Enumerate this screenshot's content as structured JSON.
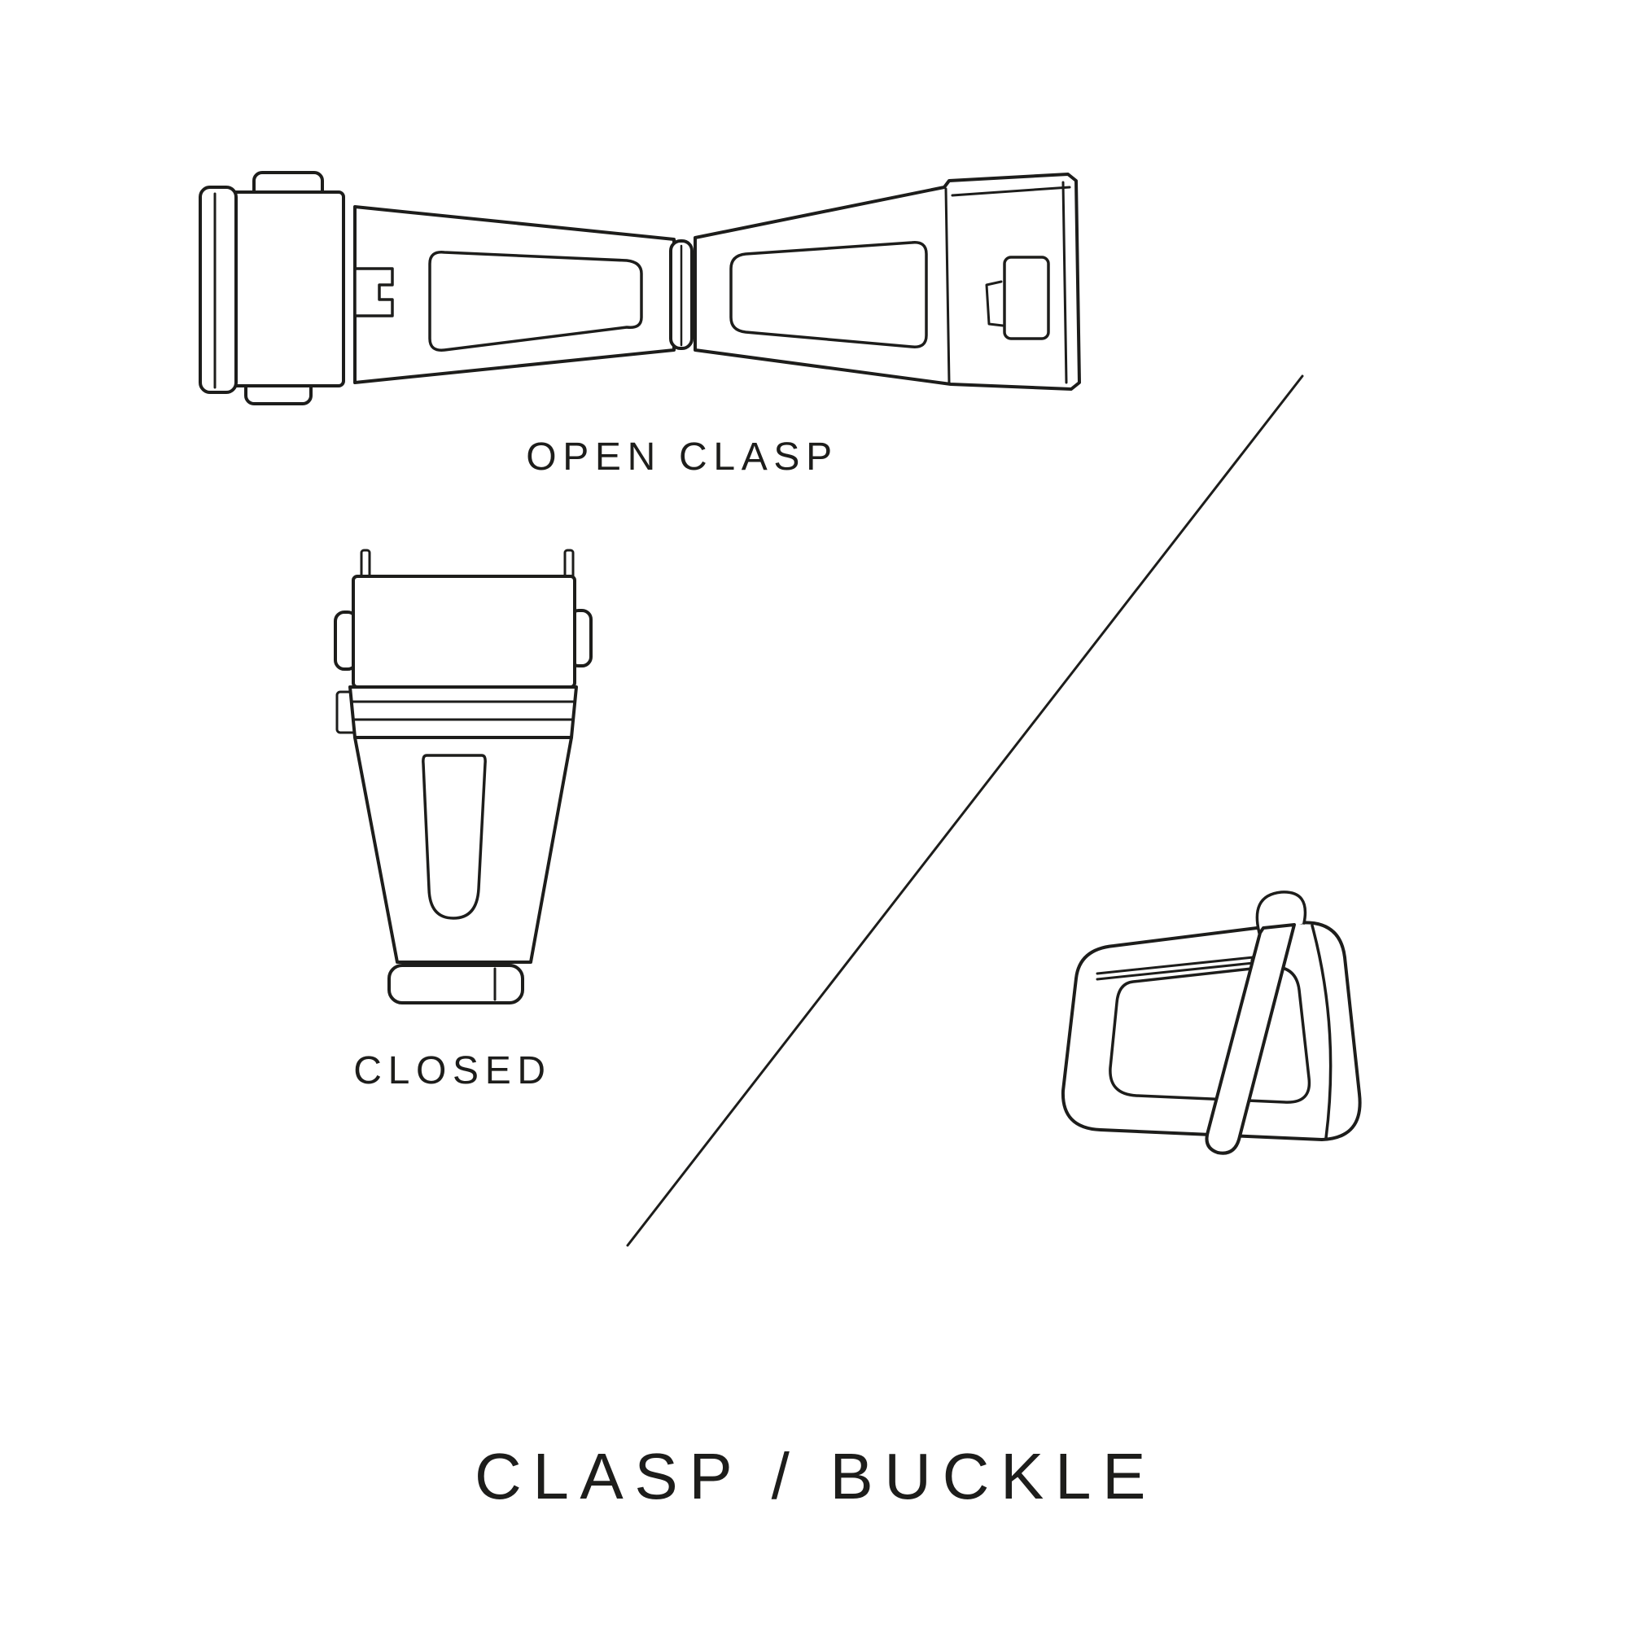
{
  "colors": {
    "line": "#1d1d1b",
    "background": "#ffffff"
  },
  "figure": {
    "open_clasp_label": "OPEN CLASP",
    "closed_label": "CLOSED",
    "title": "CLASP / BUCKLE"
  },
  "illustrations": [
    {
      "name": "open-clasp-drawing",
      "description": "deployant clasp shown open, flat top view"
    },
    {
      "name": "closed-clasp-drawing",
      "description": "deployant clasp shown closed, top view"
    },
    {
      "name": "tang-buckle-drawing",
      "description": "pin buckle with tongue and ring"
    },
    {
      "name": "divider-line",
      "description": "diagonal divider line"
    }
  ]
}
